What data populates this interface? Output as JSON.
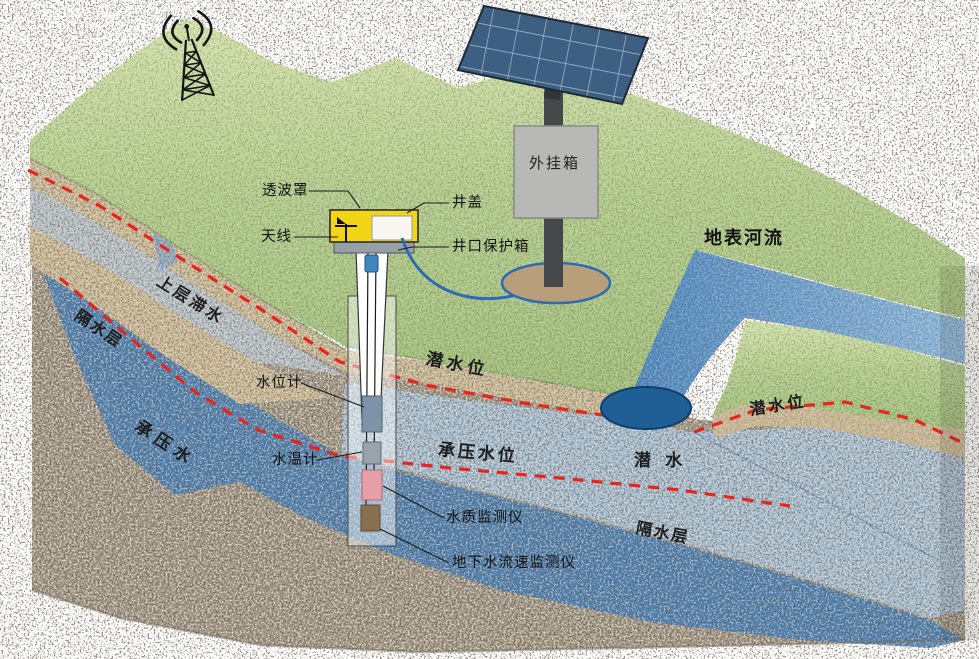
{
  "labels": {
    "radome": "透波罩",
    "well_cover": "井盖",
    "antenna": "天线",
    "wellhead_box": "井口保护箱",
    "external_box": "外挂箱",
    "surface_river": "地表河流",
    "perched_water": "上层滞水",
    "aquitard_left": "隔水层",
    "phreatic_level_center": "潜水位",
    "confined_water": "承压水",
    "confined_level": "承压水位",
    "phreatic_water": "潜 水",
    "phreatic_level_right": "潜水位",
    "aquitard_right": "隔水层",
    "water_level_gauge": "水位计",
    "water_temp_gauge": "水温计",
    "water_quality_monitor": "水质监测仪",
    "flow_velocity_monitor": "地下水流速监测仪"
  },
  "colors": {
    "grass": "#b3cc8d",
    "grass_light": "#d2e2ae",
    "soil_tan": "#c8b795",
    "rock_gray": "#a39888",
    "perched_gray_blue": "#b6c0c7",
    "water_deep": "#4d80b4",
    "water_light": "#a9c6e0",
    "pond_blue": "#1f5f96",
    "water_table_line": "#e8251c",
    "radome_yellow": "#f2d516",
    "panel_blue": "#3d5f82",
    "pole_gray": "#45484b",
    "box_gray": "#b8b8b6",
    "cable_blue": "#2d6cb4"
  }
}
